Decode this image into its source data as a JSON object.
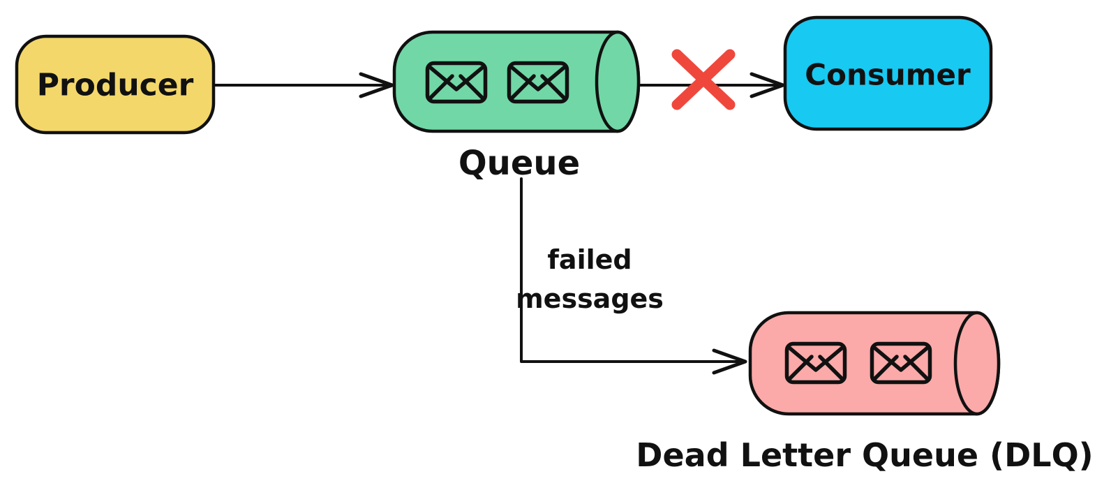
{
  "diagram": {
    "background": "#FFFFFF",
    "stroke_color": "#111111",
    "nodes": [
      {
        "id": "producer",
        "label": "Producer",
        "shape": "rounded-box",
        "fill": "#F3D76A"
      },
      {
        "id": "queue",
        "label": "Queue",
        "shape": "cylinder",
        "fill": "#71D7A6",
        "icons": [
          "envelope-icon",
          "envelope-icon"
        ]
      },
      {
        "id": "consumer",
        "label": "Consumer",
        "shape": "rounded-box",
        "fill": "#18C9F2"
      },
      {
        "id": "dlq",
        "label": "Dead Letter Queue (DLQ)",
        "shape": "cylinder",
        "fill": "#FBA9A9",
        "icons": [
          "envelope-icon",
          "envelope-icon"
        ]
      }
    ],
    "edges": [
      {
        "from": "Producer",
        "to": "Queue",
        "style": "arrow"
      },
      {
        "from": "Queue",
        "to": "Consumer",
        "style": "arrow",
        "marker": "red-x",
        "marker_color": "#F0473C"
      },
      {
        "from": "Queue",
        "to": "Dead Letter Queue (DLQ)",
        "style": "elbow-arrow",
        "label": [
          "failed",
          "messages"
        ]
      }
    ]
  }
}
